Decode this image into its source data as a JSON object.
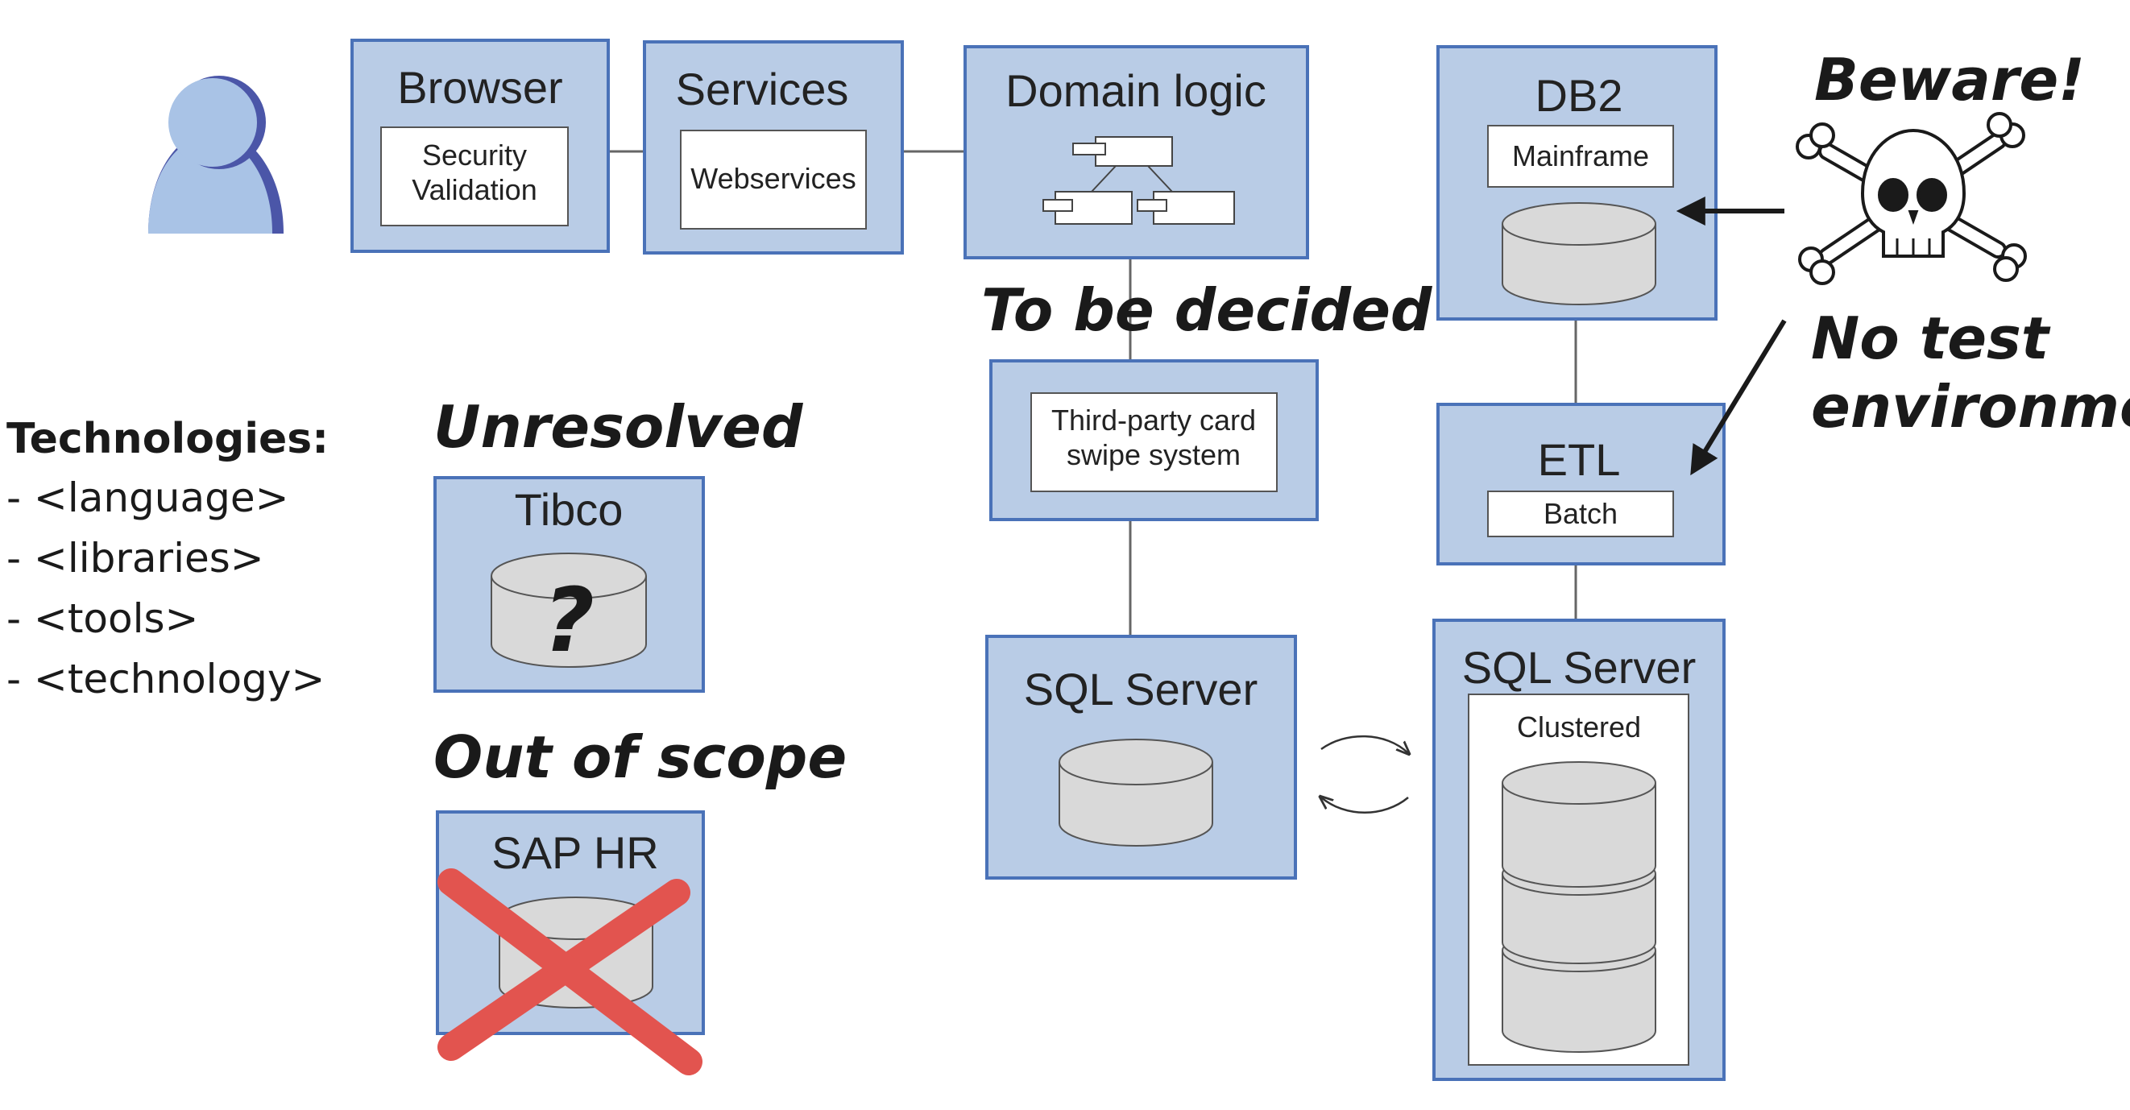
{
  "boxes": {
    "browser": {
      "title": "Browser",
      "inner": [
        "Security",
        "Validation"
      ]
    },
    "services": {
      "title": "Services",
      "inner": [
        "Webservices"
      ]
    },
    "domain_logic": {
      "title": "Domain logic"
    },
    "db2": {
      "title": "DB2",
      "inner": [
        "Mainframe"
      ]
    },
    "card_swipe": {
      "inner": [
        "Third-party card",
        "swipe system"
      ]
    },
    "etl": {
      "title": "ETL",
      "inner": [
        "Batch"
      ]
    },
    "tibco": {
      "title": "Tibco",
      "glyph": "?"
    },
    "sql_server_left": {
      "title": "SQL Server"
    },
    "sql_server_right": {
      "title": "SQL Server",
      "inner": [
        "Clustered"
      ]
    },
    "sap_hr": {
      "title": "SAP HR"
    }
  },
  "annotations": {
    "beware": "Beware!",
    "no_test_env": [
      "No test",
      "environment"
    ],
    "to_be_decided": "To be decided",
    "unresolved": "Unresolved",
    "out_of_scope": "Out of scope"
  },
  "technologies": {
    "title": "Technologies:",
    "items": [
      "- <language>",
      "- <libraries>",
      "- <tools>",
      "- <technology>"
    ]
  },
  "colors": {
    "box_fill": "#b9cce6",
    "box_stroke": "#4a72b8",
    "db_fill": "#d9d9d9",
    "cross": "#e2544f",
    "user_icon": "#a9c3e6"
  },
  "icons": {
    "user": "user-icon",
    "skull": "skull-crossbones-icon",
    "cross": "cross-out-icon",
    "sync": "sync-arrows-icon"
  }
}
